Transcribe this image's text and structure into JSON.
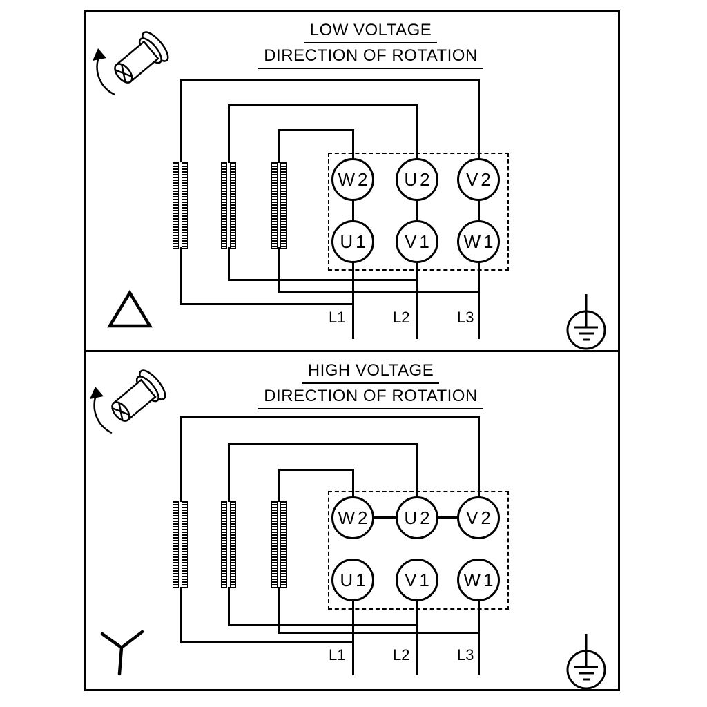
{
  "diagram": {
    "panels": {
      "low": {
        "title": "LOW VOLTAGE",
        "subtitle": "DIRECTION OF ROTATION",
        "connection": "delta",
        "terminals_top": [
          "W2",
          "U2",
          "V2"
        ],
        "terminals_bottom": [
          "U1",
          "V1",
          "W1"
        ],
        "supply_lines": [
          "L1",
          "L2",
          "L3"
        ]
      },
      "high": {
        "title": "HIGH VOLTAGE",
        "subtitle": "DIRECTION OF ROTATION",
        "connection": "star",
        "terminals_top": [
          "W2",
          "U2",
          "V2"
        ],
        "terminals_bottom": [
          "U1",
          "V1",
          "W1"
        ],
        "supply_lines": [
          "L1",
          "L2",
          "L3"
        ]
      }
    },
    "icons": {
      "shaft_rotation": "shaft-rotation-icon",
      "earth": "protective-earth-icon",
      "delta": "delta-connection-icon",
      "star": "star-connection-icon"
    },
    "colors": {
      "line": "#000000",
      "background": "#ffffff"
    }
  }
}
